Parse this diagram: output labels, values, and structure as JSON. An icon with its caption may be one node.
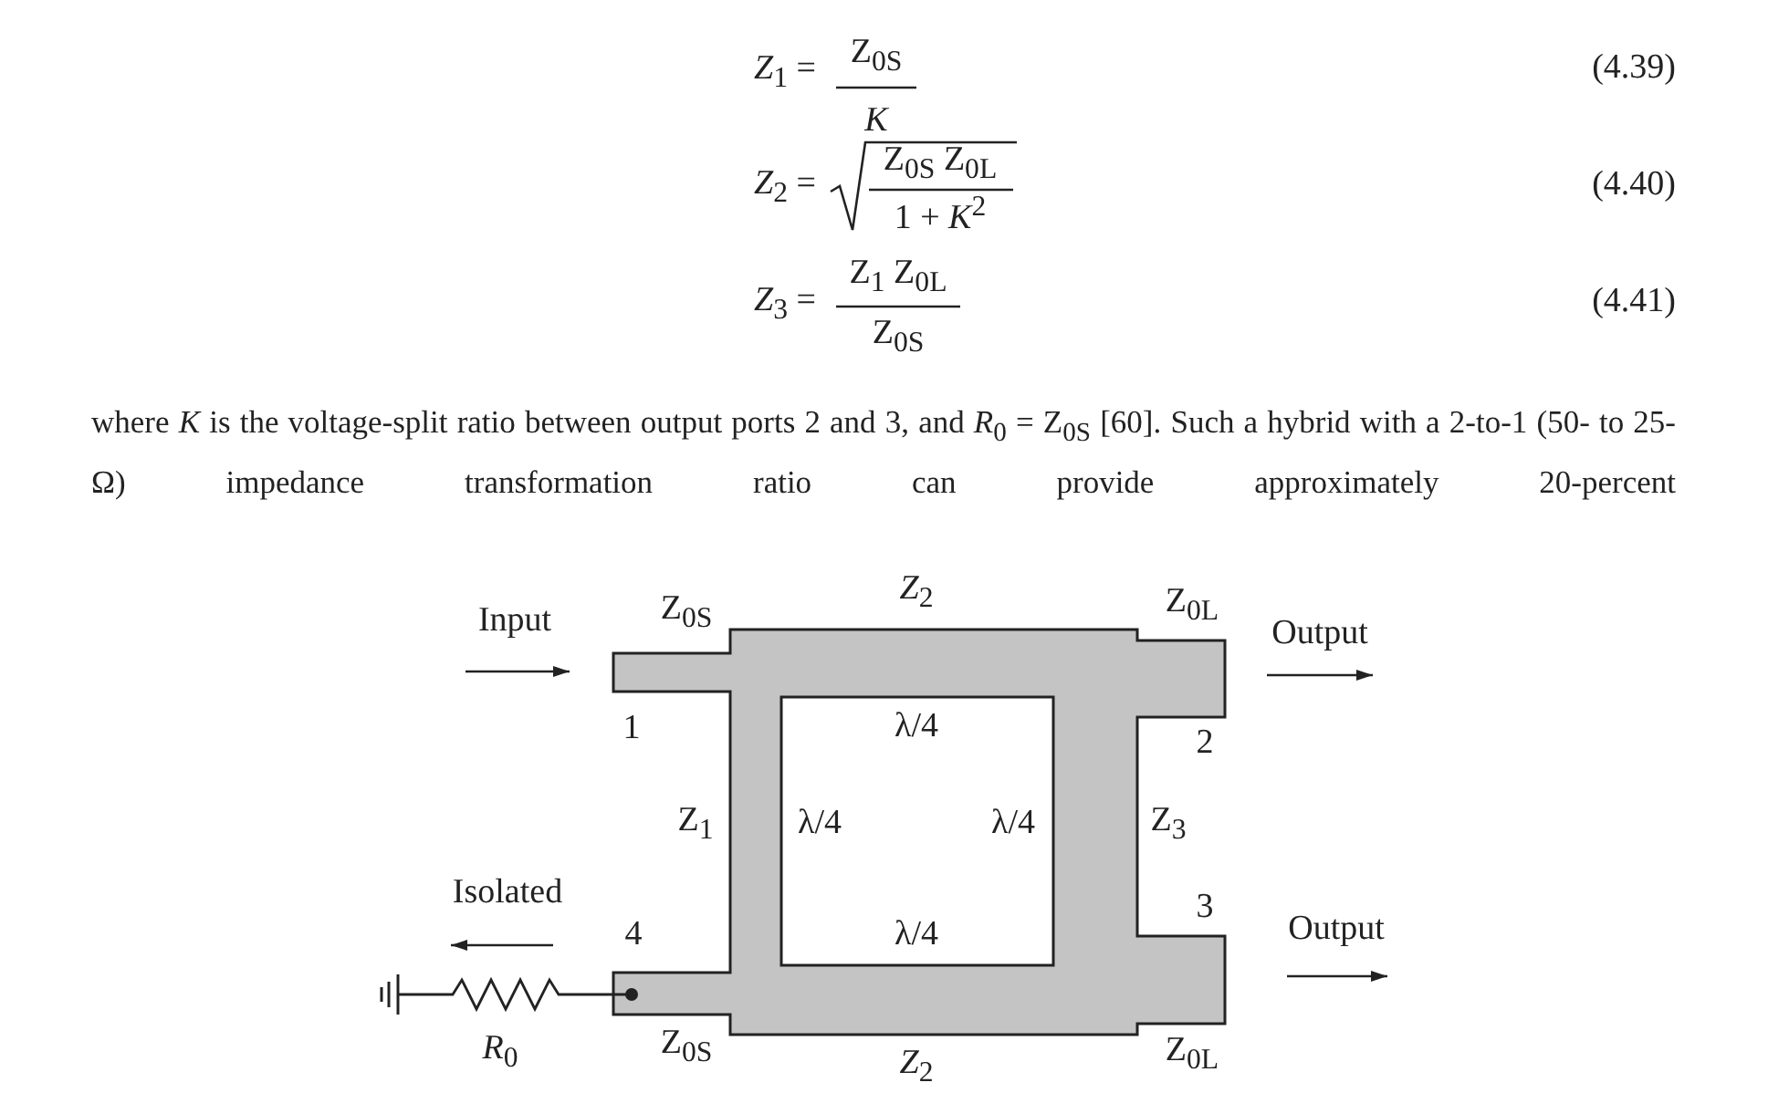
{
  "diagram": {
    "labels": [
      "*Z*$_{1}$ =",
      "Z$_{0S}$",
      "*K*",
      "(4.39)",
      "*Z*$_{2}$ =",
      "Z$_{0S}$ Z$_{0L}$",
      "1 + *K*$^{2}$",
      "(4.40)",
      "*Z*$_{3}$ =",
      "Z$_{1}$ Z$_{0L}$",
      "Z$_{0S}$",
      "(4.41)",
      "where *K* is the voltage-split ratio between output ports 2 and 3, and *R*$_{0}$ = Z$_{0S}$ [60]. Such a hybrid with a 2-to-1 (50- to 25-Ω) impedance transformation ratio can provide approximately 20-percent",
      "Input",
      "Z$_{0S}$",
      "*Z*$_{2}$",
      "Z$_{0L}$",
      "Output",
      "1",
      "λ/4",
      "2",
      "Z$_{1}$",
      "λ/4",
      "λ/4",
      "Z$_{3}$",
      "Isolated",
      "4",
      "3",
      "λ/4",
      "Output",
      "*R*$_{0}$",
      "Z$_{0S}$",
      "*Z*$_{2}$",
      "Z$_{0L}$"
    ]
  }
}
